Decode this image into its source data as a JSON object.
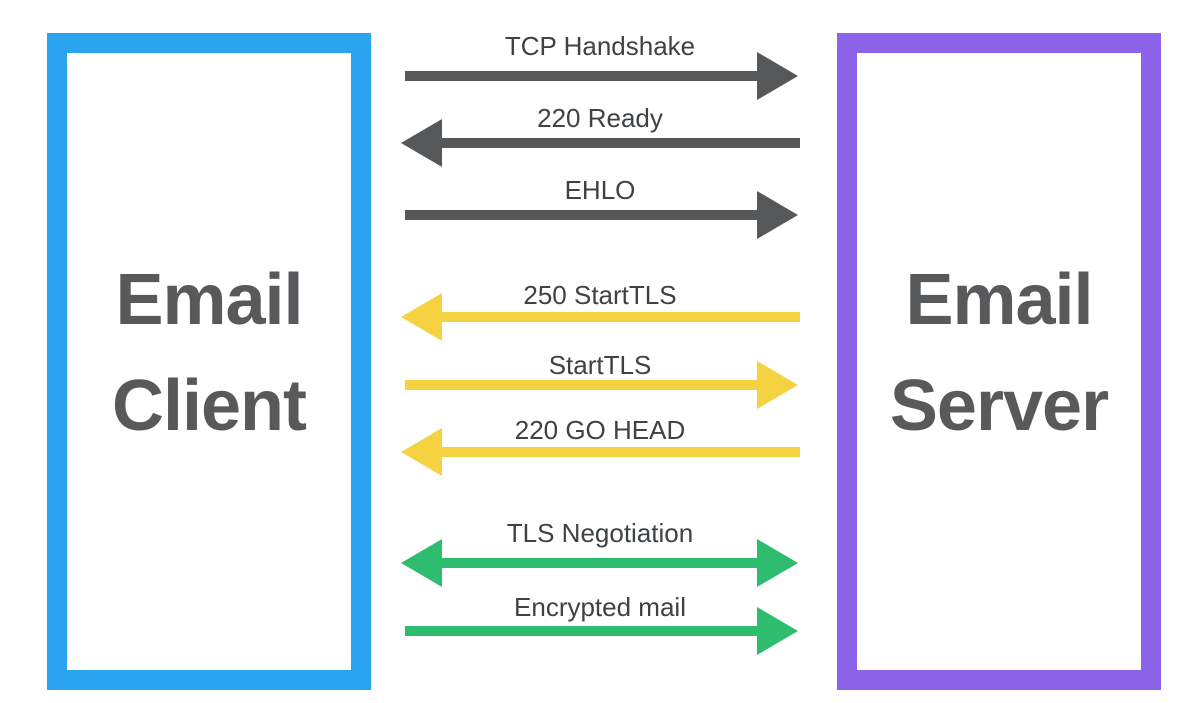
{
  "diagram": {
    "client": {
      "label": "Email Client",
      "lines": [
        "Email",
        "Client"
      ],
      "border_color": "#2aa4ef"
    },
    "server": {
      "label": "Email Server",
      "lines": [
        "Email",
        "Server"
      ],
      "border_color": "#8d64e9"
    },
    "messages": [
      {
        "label": "TCP Handshake",
        "direction": "right",
        "from": "client",
        "to": "server",
        "color": "#565759"
      },
      {
        "label": "220 Ready",
        "direction": "left",
        "from": "server",
        "to": "client",
        "color": "#565759"
      },
      {
        "label": "EHLO",
        "direction": "right",
        "from": "client",
        "to": "server",
        "color": "#565759"
      },
      {
        "label": "250 StartTLS",
        "direction": "left",
        "from": "server",
        "to": "client",
        "color": "#f5d23f"
      },
      {
        "label": "StartTLS",
        "direction": "right",
        "from": "client",
        "to": "server",
        "color": "#f5d23f"
      },
      {
        "label": "220 GO HEAD",
        "direction": "left",
        "from": "server",
        "to": "client",
        "color": "#f5d23f"
      },
      {
        "label": "TLS Negotiation",
        "direction": "both",
        "from": "client",
        "to": "server",
        "color": "#2ebd6e"
      },
      {
        "label": "Encrypted mail",
        "direction": "right",
        "from": "client",
        "to": "server",
        "color": "#2ebd6e"
      }
    ],
    "colors": {
      "entity_text": "#58595b",
      "message_label_text": "#3f4244",
      "plain_smtp_arrows": "#565759",
      "starttls_arrows": "#f5d23f",
      "encrypted_arrows": "#2ebd6e"
    }
  }
}
